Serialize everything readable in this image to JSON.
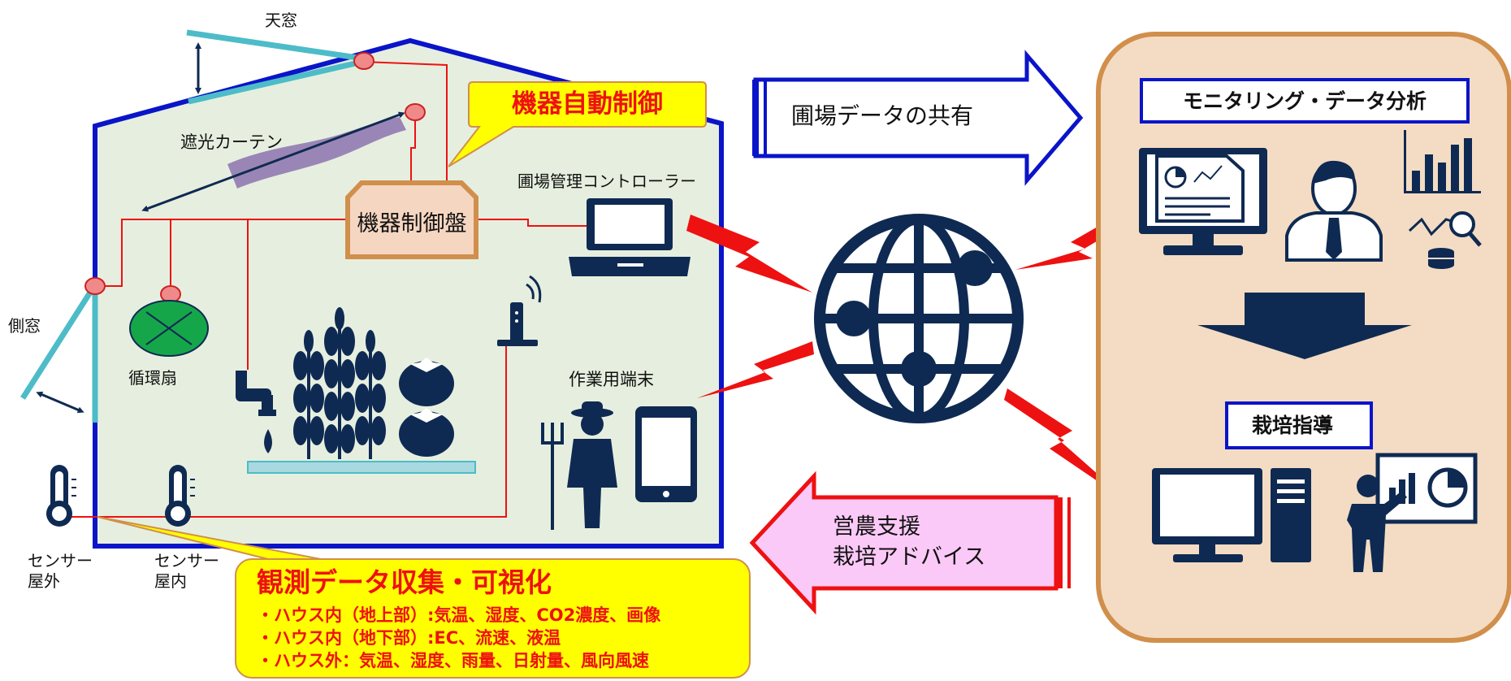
{
  "greenhouse": {
    "skylight": "天窓",
    "shade_curtain": "遮光カーテン",
    "auto_control_callout": "機器自動制御",
    "control_panel": "機器制御盤",
    "field_controller": "圃場管理コントローラー",
    "side_window": "側窓",
    "circulation_fan": "循環扇",
    "work_terminal": "作業用端末",
    "sensor_outdoor_1": "センサー",
    "sensor_outdoor_2": "屋外",
    "sensor_indoor_1": "センサー",
    "sensor_indoor_2": "屋内"
  },
  "observation_box": {
    "title": "観測データ収集・可視化",
    "lines": [
      "・ハウス内（地上部）:気温、湿度、CO2濃度、画像",
      "・ハウス内（地下部）:EC、流速、液温",
      "・ハウス外：気温、湿度、雨量、日射量、風向風速"
    ]
  },
  "arrows": {
    "share_data": "圃場データの共有",
    "support_1": "営農支援",
    "support_2": "栽培アドバイス"
  },
  "right_panel": {
    "monitoring_title": "モニタリング・データ分析",
    "guidance_title": "栽培指導"
  },
  "colors": {
    "navy": "#0f2a52",
    "house_blue": "#0a14c8",
    "house_fill": "#e6efdf",
    "red": "#ee1111",
    "yellow": "#ffff00",
    "panel_fill": "#f3dcc3",
    "panel_border": "#d18f4c",
    "window_teal": "#4dbcc8",
    "pink": "#fbc9f7",
    "curtain": "#9a86b6",
    "fan_green": "#16a64a"
  }
}
